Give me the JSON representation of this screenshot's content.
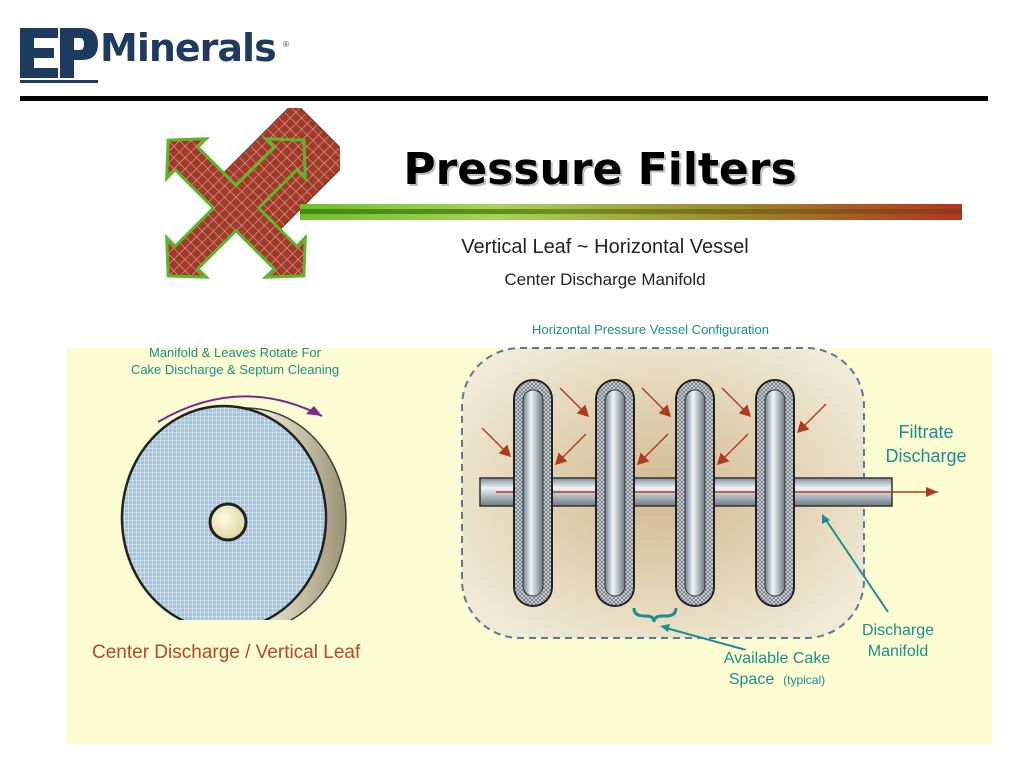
{
  "logo": {
    "brand_mark": "EP",
    "brand_name": "Minerals",
    "registered": "®"
  },
  "title": "Pressure Filters",
  "subtitle": "Vertical Leaf ~ Horizontal Vessel",
  "subtitle2": "Center Discharge Manifold",
  "left_diagram": {
    "rotate_label_line1": "Manifold & Leaves Rotate For",
    "rotate_label_line2": "Cake Discharge & Septum Cleaning",
    "caption": "Center Discharge / Vertical Leaf"
  },
  "right_diagram": {
    "title": "Horizontal Pressure Vessel Configuration",
    "filtrate_line1": "Filtrate",
    "filtrate_line2": "Discharge",
    "manifold_line1": "Discharge",
    "manifold_line2": "Manifold",
    "cake_line1": "Available Cake",
    "cake_line2": "Space",
    "cake_typical": "(typical)"
  },
  "colors": {
    "teal": "#1f8d8d",
    "caption_red": "#b5472a",
    "panel_bg": "#fcfcd2",
    "arrow_red": "#b03a1f",
    "brand_navy": "#1f3a5f"
  },
  "icons": [
    "ep-logo-icon",
    "crossed-arrows-icon",
    "filter-leaf-disc-icon",
    "horizontal-vessel-icon"
  ]
}
